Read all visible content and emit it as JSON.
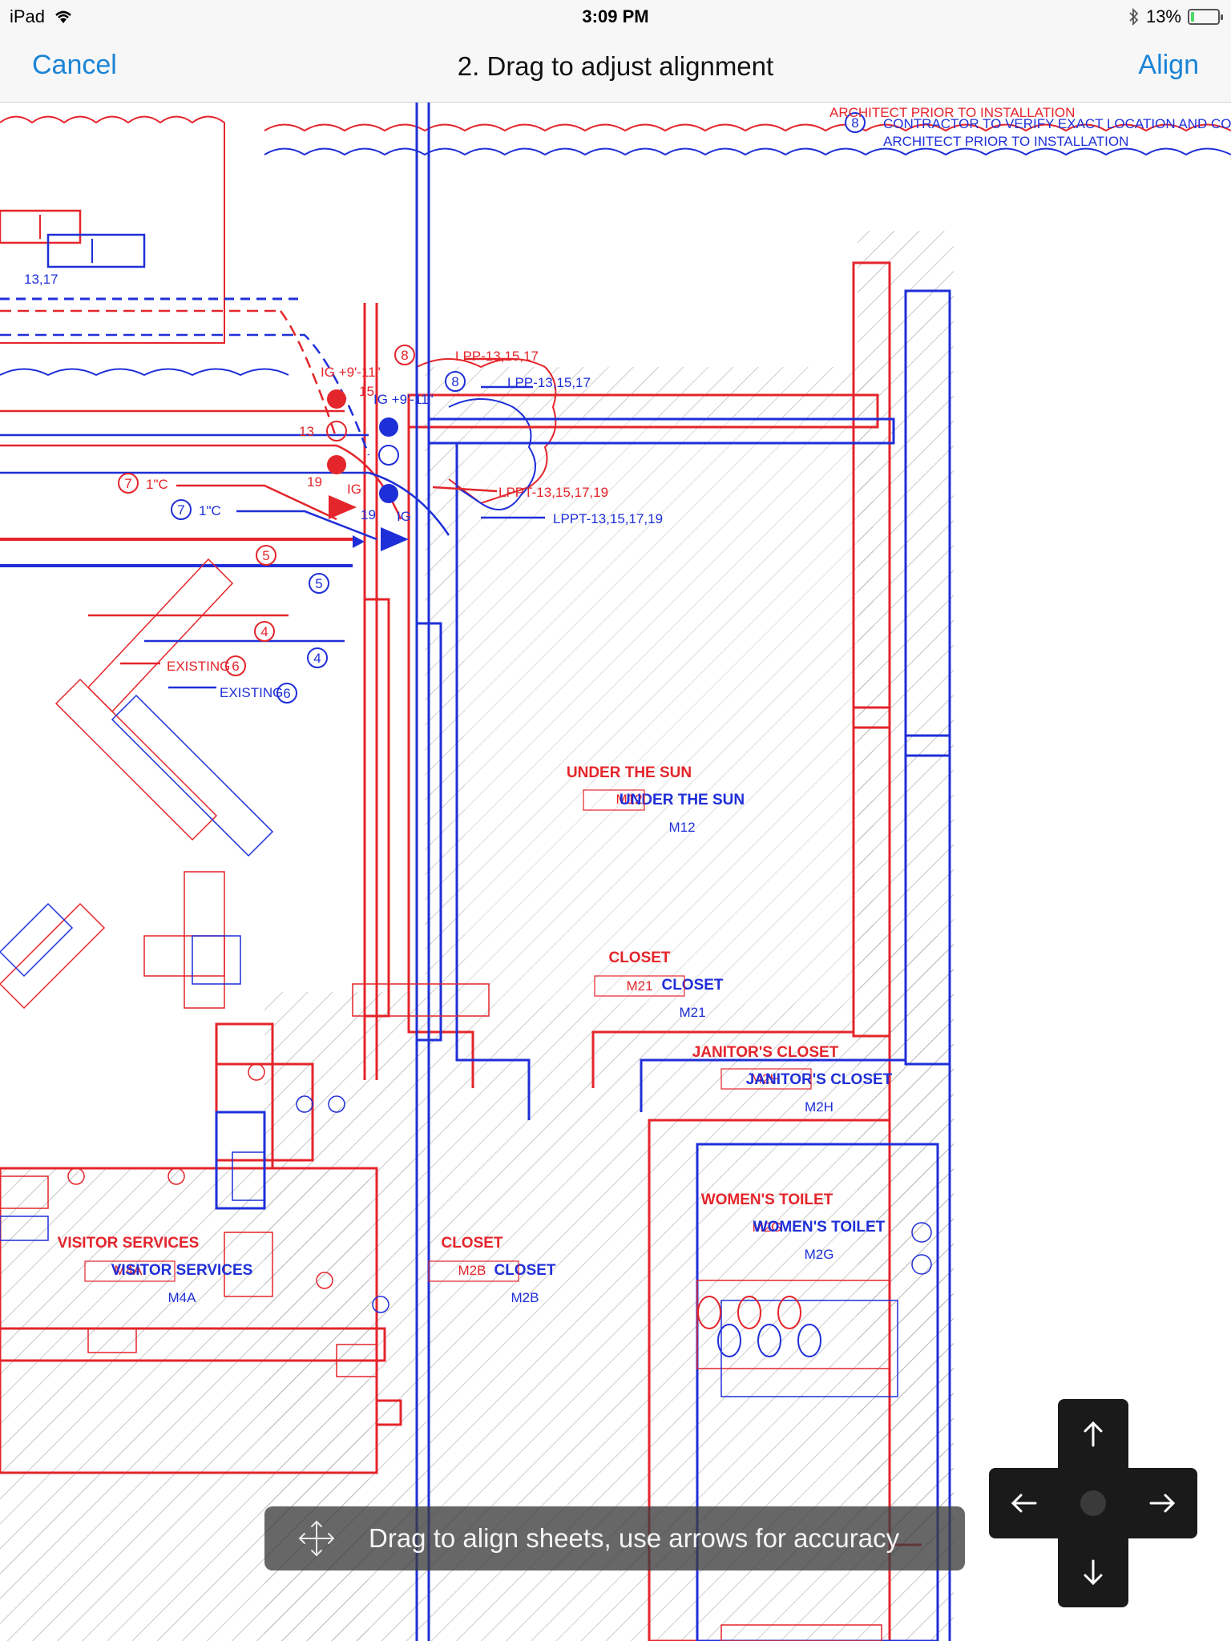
{
  "status_bar": {
    "device": "iPad",
    "time": "3:09 PM",
    "battery": "13%",
    "battery_level": 0.13,
    "icons": [
      "wifi-icon",
      "bluetooth-icon",
      "battery-icon"
    ]
  },
  "nav": {
    "cancel_label": "Cancel",
    "title": "2. Drag to adjust alignment",
    "align_label": "Align"
  },
  "colors": {
    "accent": "#1a84d6",
    "sheet_a": "#e4252b",
    "sheet_b": "#1f2fd8",
    "hatch": "#9a9a9a"
  },
  "plan": {
    "note_red": "ARCHITECT PRIOR TO INSTALLATION",
    "note_blue_1": "CONTRACTOR TO VERIFY EXACT LOCATION AND CONDUIT",
    "note_blue_2": "ARCHITECT PRIOR TO INSTALLATION",
    "note_number": "8",
    "circuit_red_1": "LPP-13,15,17",
    "circuit_blue_1": "LPP-13,15,17",
    "circuit_red_2": "LPPT-13,15,17,19",
    "circuit_blue_2": "LPPT-13,15,17,19",
    "ig_red": "IG +9'-11\"",
    "ig_blue": "IG +9'-11\"",
    "conduit_red": "1\"C",
    "conduit_blue": "1\"C",
    "existing_red": "EXISTING",
    "existing_blue": "EXISTING",
    "panel_label": "13,17",
    "tag_13": "13",
    "tag_19": "19",
    "tag_15": "15",
    "tag_ig": "IG",
    "num_7": "7",
    "num_6": "6",
    "num_5": "5",
    "num_4": "4",
    "rooms_red": [
      {
        "name": "UNDER THE SUN",
        "code": "M12"
      },
      {
        "name": "CLOSET",
        "code": "M21"
      },
      {
        "name": "JANITOR'S CLOSET",
        "code": "M2H"
      },
      {
        "name": "WOMEN'S TOILET",
        "code": "M2G"
      },
      {
        "name": "VISITOR SERVICES",
        "code": "M4A"
      },
      {
        "name": "CLOSET",
        "code": "M2B"
      }
    ],
    "rooms_blue": [
      {
        "name": "UNDER THE SUN",
        "code": "M12"
      },
      {
        "name": "CLOSET",
        "code": "M21"
      },
      {
        "name": "JANITOR'S CLOSET",
        "code": "M2H"
      },
      {
        "name": "WOMEN'S TOILET",
        "code": "M2G"
      },
      {
        "name": "VISITOR SERVICES",
        "code": "M4A"
      },
      {
        "name": "CLOSET",
        "code": "M2B"
      }
    ]
  },
  "toast": {
    "icon": "move-icon",
    "text": "Drag to align sheets, use arrows for accuracy"
  },
  "dpad": {
    "up": "arrow-up-icon",
    "down": "arrow-down-icon",
    "left": "arrow-left-icon",
    "right": "arrow-right-icon"
  }
}
